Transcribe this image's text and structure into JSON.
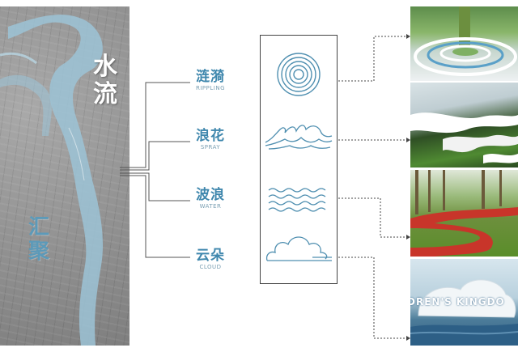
{
  "map": {
    "text_top": "水流",
    "text_bottom": "汇聚"
  },
  "labels": [
    {
      "zh": "涟漪",
      "en": "RIPPLING"
    },
    {
      "zh": "浪花",
      "en": "SPRAY"
    },
    {
      "zh": "波浪",
      "en": "WATER"
    },
    {
      "zh": "云朵",
      "en": "CLOUD"
    }
  ],
  "icons": [
    "concentric-circles-icon",
    "wave-splash-icon",
    "wave-lines-icon",
    "cloud-icon"
  ],
  "photos": {
    "p4_banner": "DREN'S KINGDO"
  },
  "colors": {
    "accent": "#3f87ad",
    "river": "#8fb8cc",
    "line": "#555555",
    "track_red": "#c8352a"
  }
}
